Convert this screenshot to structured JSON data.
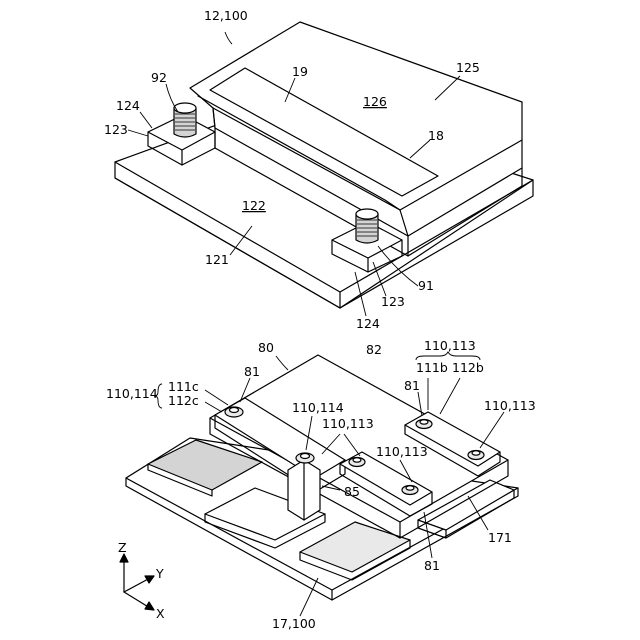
{
  "labels": {
    "top_ref": "12,100",
    "l92": "92",
    "l19": "19",
    "l125": "125",
    "l126": "126",
    "l124a": "124",
    "l123a": "123",
    "l18": "18",
    "l122": "122",
    "l121": "121",
    "l91": "91",
    "l123b": "123",
    "l124b": "124",
    "l80": "80",
    "l82": "82",
    "l110_113_top": "110,113",
    "l81a": "81",
    "l111b": "111b",
    "l112b": "112b",
    "l110_114a": "110,114",
    "l111c": "111c",
    "l112c": "112c",
    "l81b": "81",
    "l110_114b": "110,114",
    "l110_113_mid": "110,113",
    "l110_113_right": "110,113",
    "l110_113_low": "110,113",
    "l85": "85",
    "l171": "171",
    "l81c": "81",
    "bottom_ref": "17,100",
    "axis_z": "Z",
    "axis_y": "Y",
    "axis_x": "X"
  }
}
